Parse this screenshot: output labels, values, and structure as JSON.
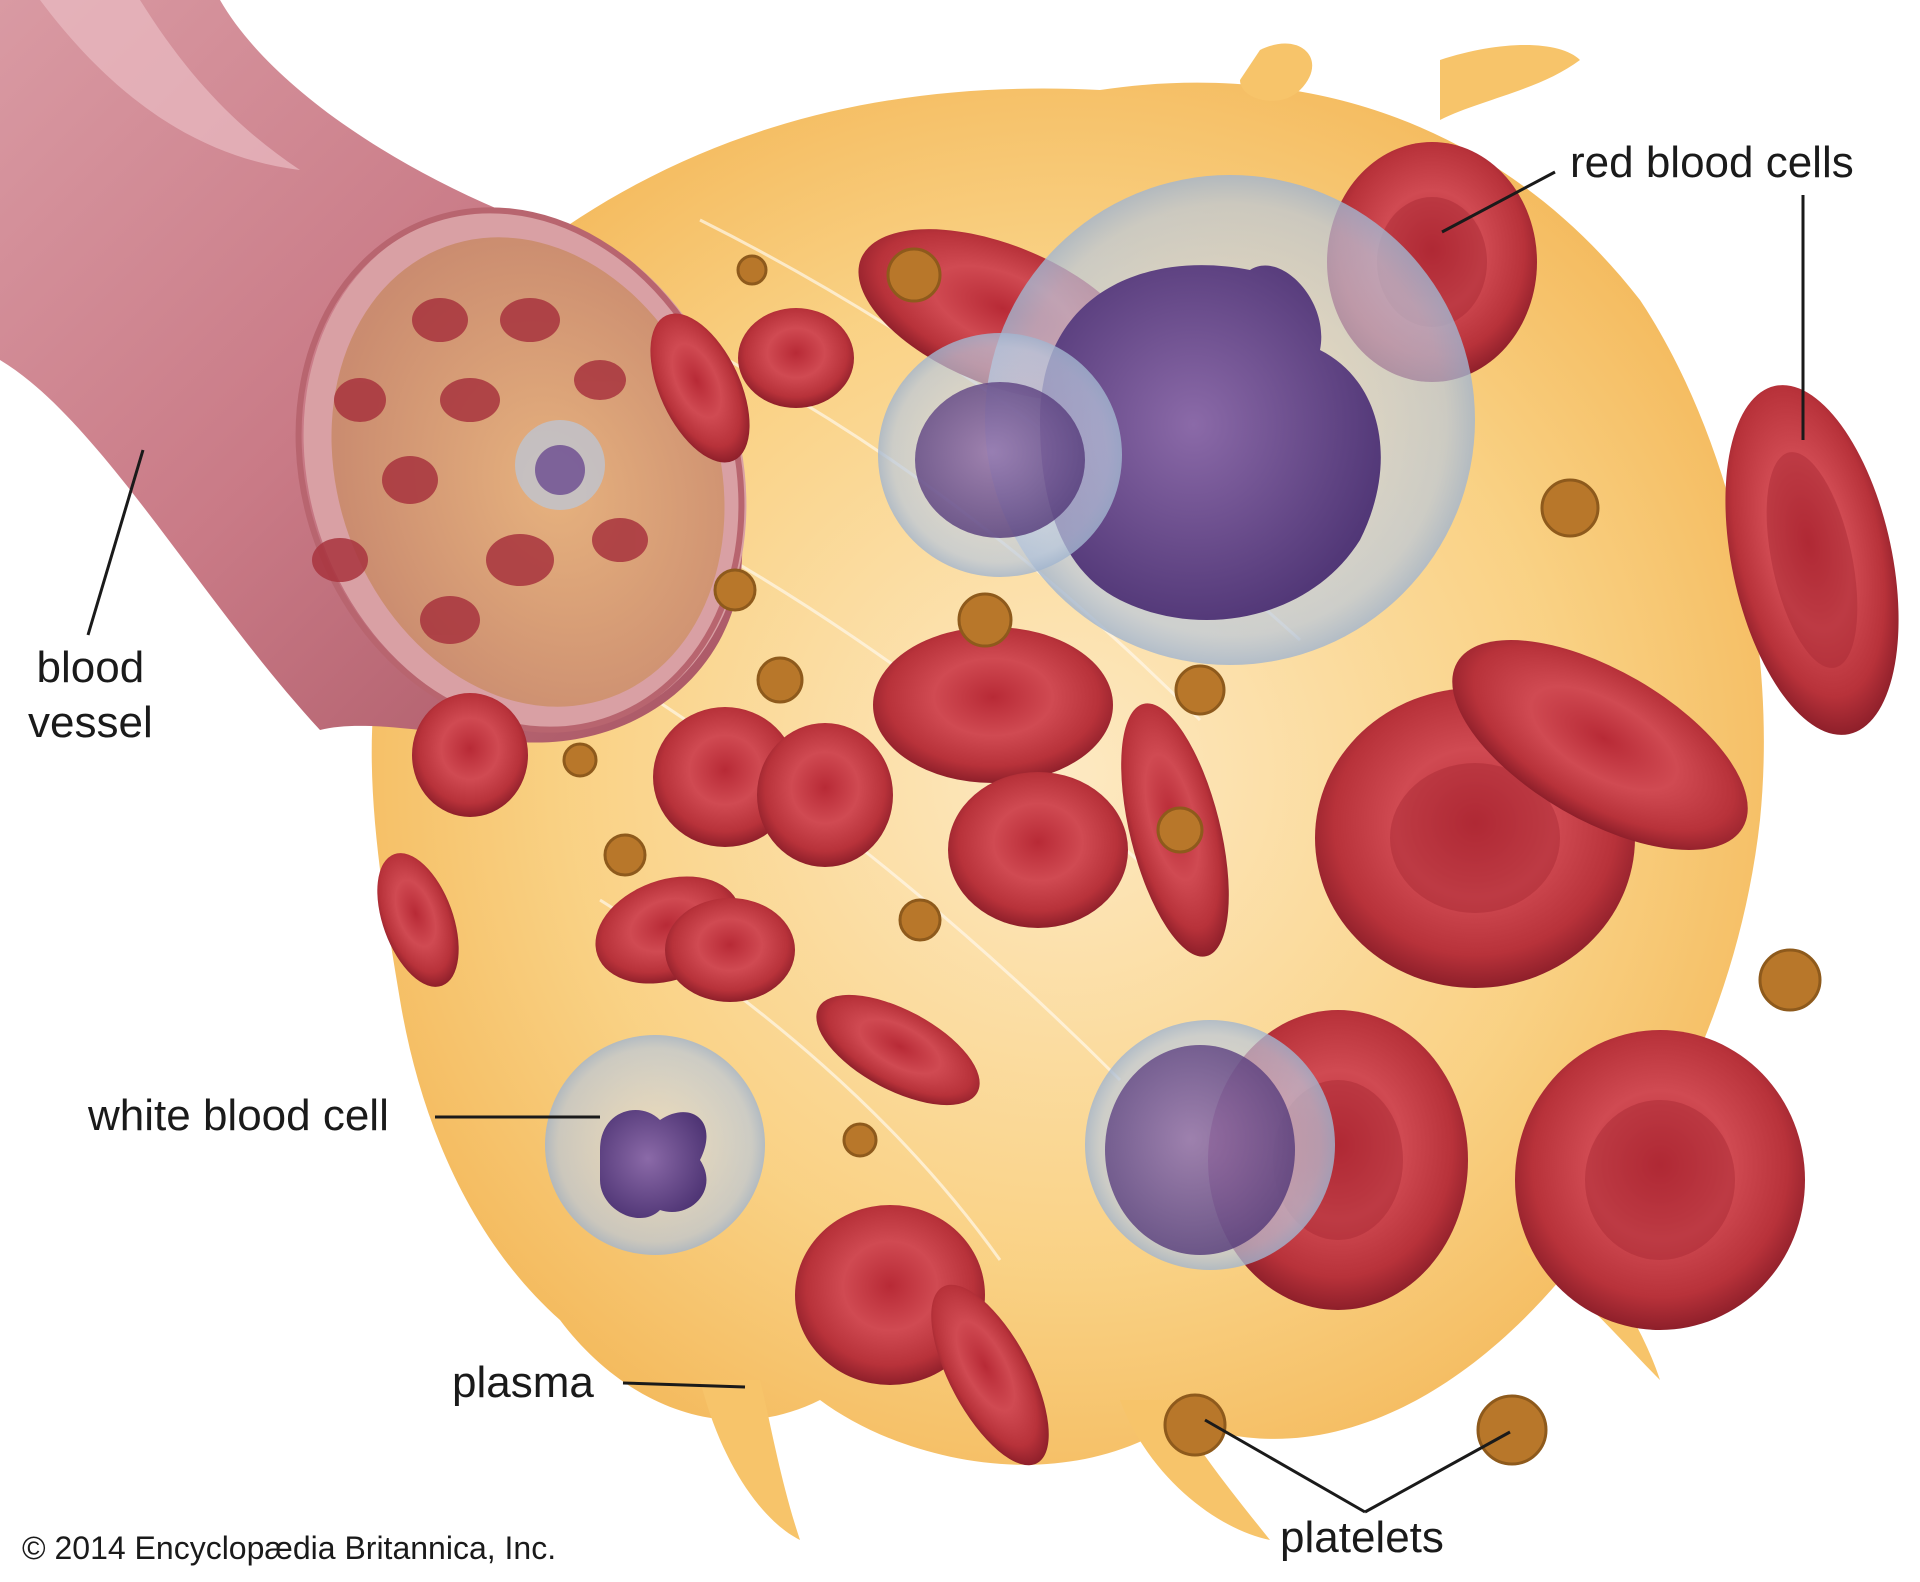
{
  "labels": {
    "blood_vessel_line1": "blood",
    "blood_vessel_line2": "vessel",
    "red_blood_cells": "red blood cells",
    "white_blood_cell": "white blood cell",
    "plasma": "plasma",
    "platelets": "platelets"
  },
  "copyright": "© 2014 Encyclopædia Britannica, Inc.",
  "colors": {
    "red_cell": "#b8323a",
    "red_cell_dark": "#8e1f2a",
    "plasma": "#f7c46a",
    "white_cell_nucleus": "#6a4a8e",
    "platelet": "#b8772a",
    "vessel_wall": "#c97a86",
    "leader_line": "#1a1a1a"
  }
}
